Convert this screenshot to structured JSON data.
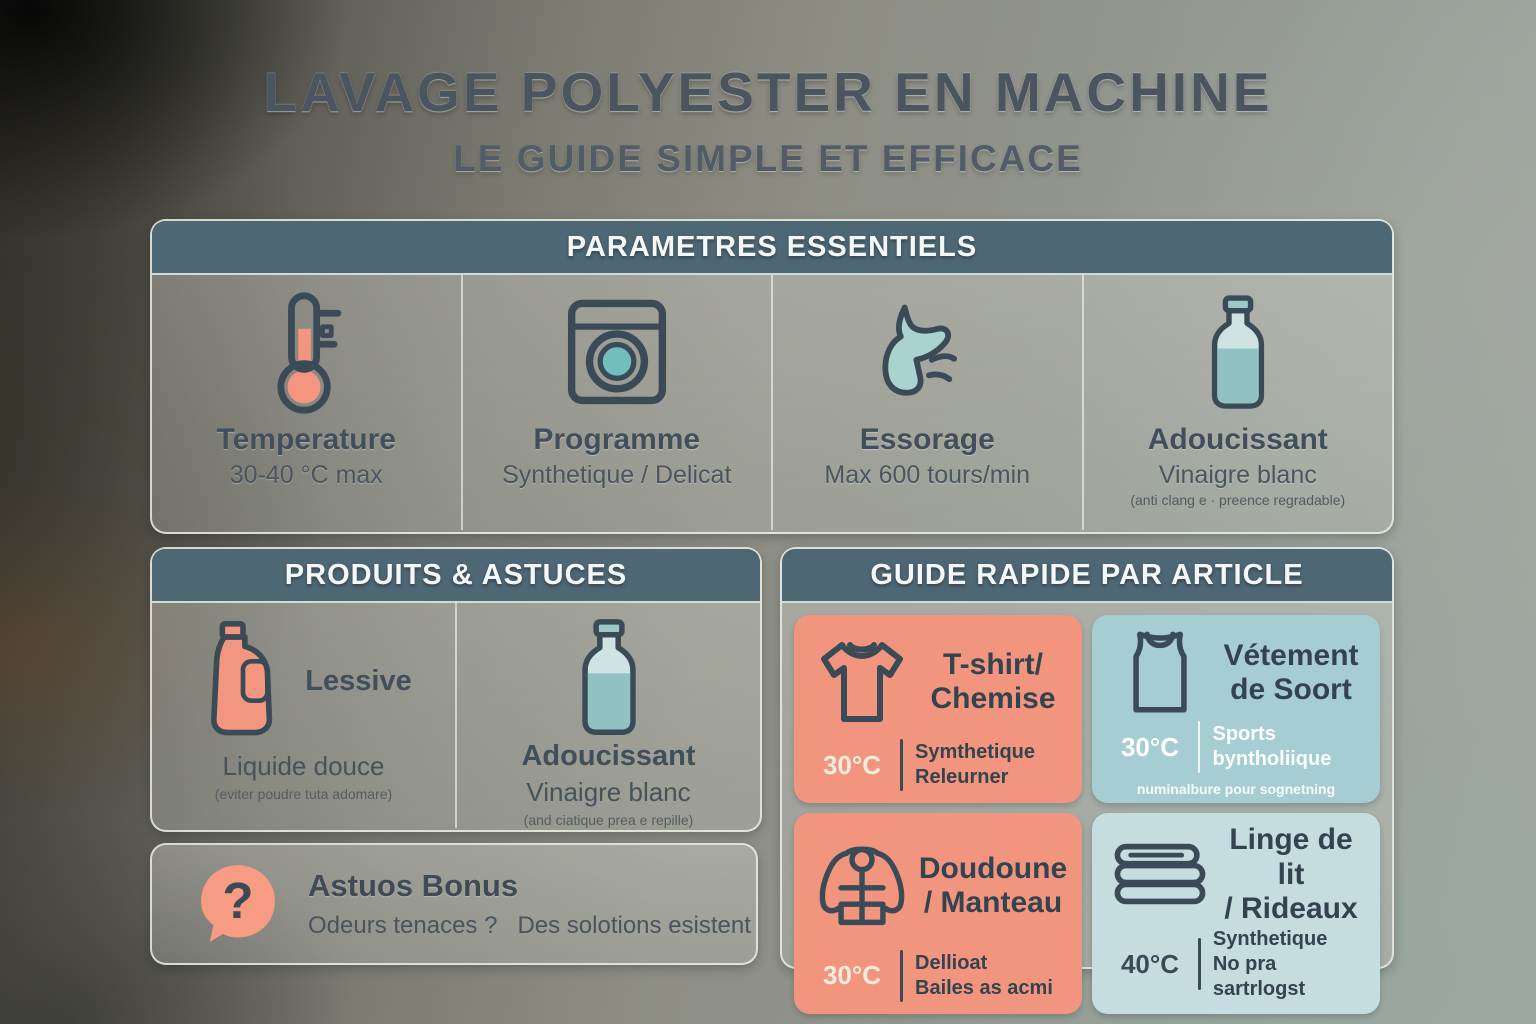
{
  "title": "LAVAGE POLYESTER EN MACHINE",
  "subtitle": "LE GUIDE SIMPLE ET EFFICACE",
  "colors": {
    "accent_salmon": "#F2957E",
    "accent_teal": "#A6CED2",
    "accent_teal_light": "#C6DDE0",
    "header_slate": "#4E6774",
    "ink": "#3A4B57"
  },
  "parameters": {
    "header": "PARAMETRES ESSENTIELS",
    "items": [
      {
        "icon": "thermometer-icon",
        "title": "Temperature",
        "subtitle": "30-40 °C max",
        "note": ""
      },
      {
        "icon": "washing-machine-icon",
        "title": "Programme",
        "subtitle": "Synthetique / Delicat",
        "note": ""
      },
      {
        "icon": "spin-dry-icon",
        "title": "Essorage",
        "subtitle": "Max 600 tours/min",
        "note": ""
      },
      {
        "icon": "softener-bottle-icon",
        "title": "Adoucissant",
        "subtitle": "Vinaigre blanc",
        "note": "(anti clang e · preence regradable)"
      }
    ]
  },
  "products": {
    "header": "PRODUITS & ASTUCES",
    "items": [
      {
        "icon": "detergent-jug-icon",
        "title": "Lessive",
        "subtitle": "Liquide douce",
        "note": "(eviter poudre tuta adomare)"
      },
      {
        "icon": "softener-bottle-icon",
        "title": "Adoucissant",
        "subtitle": "Vinaigre blanc",
        "note": "(and ciatique prea e repille)"
      }
    ]
  },
  "bonus": {
    "icon": "question-bubble-icon",
    "title": "Astuos Bonus",
    "subtitle": "Odeurs tenaces ?   Des solotions esistent"
  },
  "guide": {
    "header": "GUIDE RAPIDE PAR ARTICLE",
    "cards": [
      {
        "icon": "tshirt-icon",
        "title1": "T-shirt/",
        "title2": "Chemise",
        "temp": "30°C",
        "sub1": "Symthetique",
        "sub2": "Releurner",
        "note": ""
      },
      {
        "icon": "tank-top-icon",
        "title1": "Vétement",
        "title2": "de Soort",
        "temp": "30°C",
        "sub1": "Sports byntholiique",
        "sub2": "",
        "note": "numinalbure pour sognetning"
      },
      {
        "icon": "puffer-jacket-icon",
        "title1": "Doudoune",
        "title2": "/ Manteau",
        "temp": "30°C",
        "sub1": "Dellioat",
        "sub2": "Bailes as acmi",
        "note": ""
      },
      {
        "icon": "folded-linens-icon",
        "title1": "Linge de lit",
        "title2": "/ Rideaux",
        "temp": "40°C",
        "sub1": "Synthetique",
        "sub2": "No pra sartrlogst",
        "note": ""
      }
    ]
  }
}
